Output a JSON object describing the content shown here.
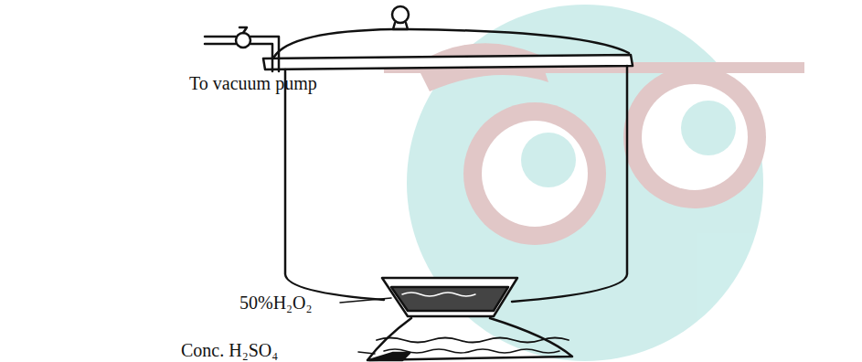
{
  "diagram": {
    "labels": [
      "To vacuum pump",
      "50%H₂O₂",
      "Conc. H₂SO₄"
    ]
  }
}
